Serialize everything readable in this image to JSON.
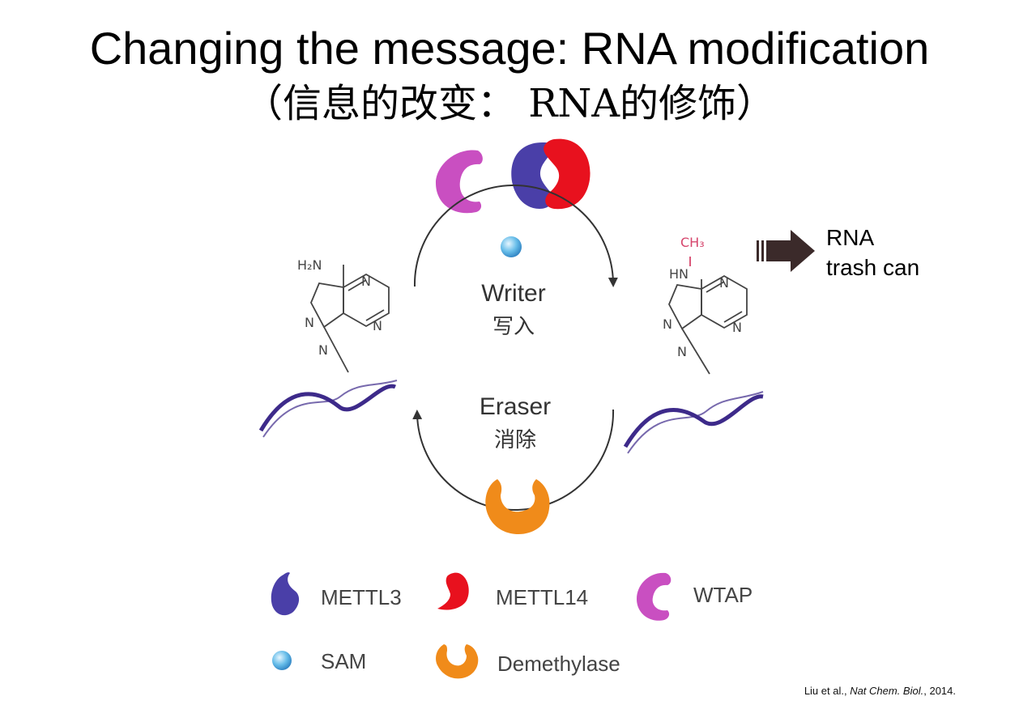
{
  "title": "Changing the message: RNA modification",
  "subtitle": "（信息的改变： RNA的修饰）",
  "cycle": {
    "writer_en": "Writer",
    "writer_zh": "写入",
    "eraser_en": "Eraser",
    "eraser_zh": "消除"
  },
  "outcome": {
    "line1": "RNA",
    "line2": "trash can"
  },
  "chem": {
    "h2n": "H₂N",
    "hn": "HN",
    "ch3": "CH₃",
    "n": "N"
  },
  "legend": {
    "mettl3": "METTL3",
    "mettl14": "METTL14",
    "wtap": "WTAP",
    "sam": "SAM",
    "demethylase": "Demethylase"
  },
  "citation": {
    "authors": "Liu et al., ",
    "journal": "Nat Chem. Biol.",
    "year": ", 2014."
  },
  "colors": {
    "mettl3": "#4a3fa8",
    "mettl14": "#e8111e",
    "wtap": "#c94fc1",
    "sam": "#5fb8e8",
    "demethylase": "#f08b1a",
    "rna": "#3d2a8a",
    "methyl": "#d6456c",
    "arrow": "#3b2a2a"
  }
}
